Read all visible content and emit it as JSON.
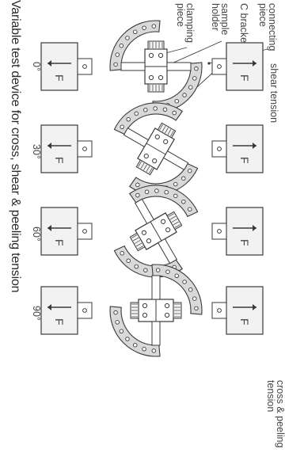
{
  "caption": "Variable test device for cross, shear & peeling tension",
  "top_labels": {
    "left": "shear tension",
    "right": "cross & peeling\ntension"
  },
  "part_labels": [
    {
      "text": "connecting\npiece"
    },
    {
      "text": "C bracket"
    },
    {
      "text": "sample\nholder"
    },
    {
      "text": "clamping\npiece"
    }
  ],
  "configurations": [
    {
      "angle_label": "0°",
      "angle": 0,
      "force_label": "F"
    },
    {
      "angle_label": "30°",
      "angle": 30,
      "force_label": "F"
    },
    {
      "angle_label": "60°",
      "angle": 60,
      "force_label": "F"
    },
    {
      "angle_label": "90°",
      "angle": 90,
      "force_label": "F"
    }
  ],
  "colors": {
    "line": "#3a3a3a",
    "fill": "#f2f2f2",
    "bracket": "#d9d9d9",
    "text": "#444444"
  }
}
